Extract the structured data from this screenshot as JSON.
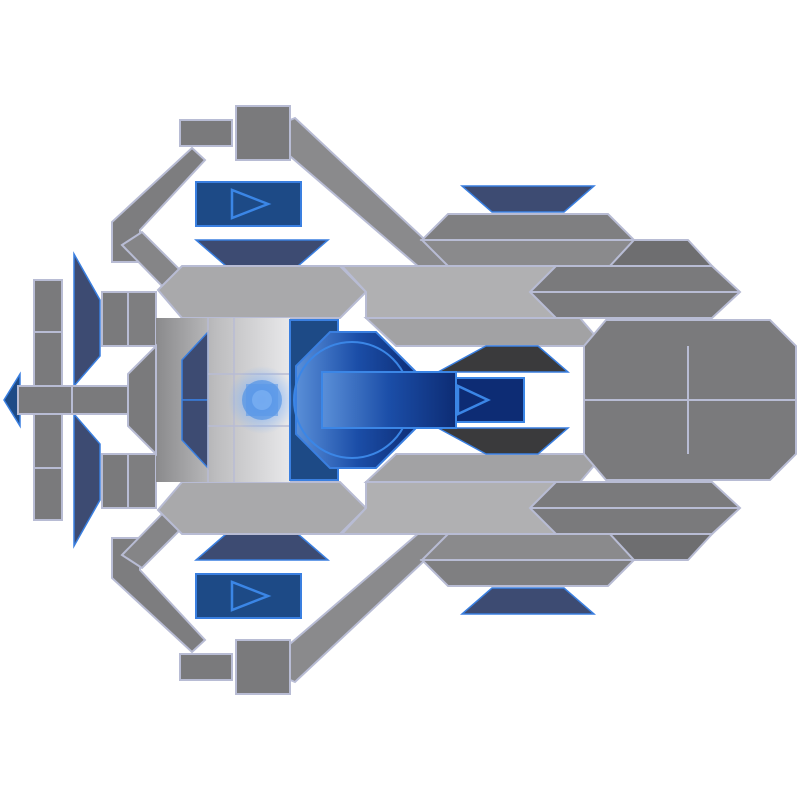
{
  "sprite": {
    "subject": "spaceship",
    "view": "top-down",
    "facing": "right",
    "symmetry": "vertical-mirror"
  },
  "colors": {
    "background": "#ffffff",
    "hull": "#7a7a7a",
    "hull_light": "#a9a9ab",
    "hull_pale": "#d2d2d4",
    "hull_dark": "#545456",
    "hull_edge": "#b8bcd4",
    "blue_panel": "#1d4a86",
    "blue_dark": "#3d4b72",
    "blue_deep": "#0d2c74",
    "blue_glow": "#3b86e6",
    "blue_edge": "#3a7fe0",
    "dark_plate": "#3a3a3c"
  },
  "icons": {
    "thruster_arrows": "triangle-play-icon",
    "cockpit_nose": "triangle-play-icon",
    "reactor": "gear-icon"
  }
}
